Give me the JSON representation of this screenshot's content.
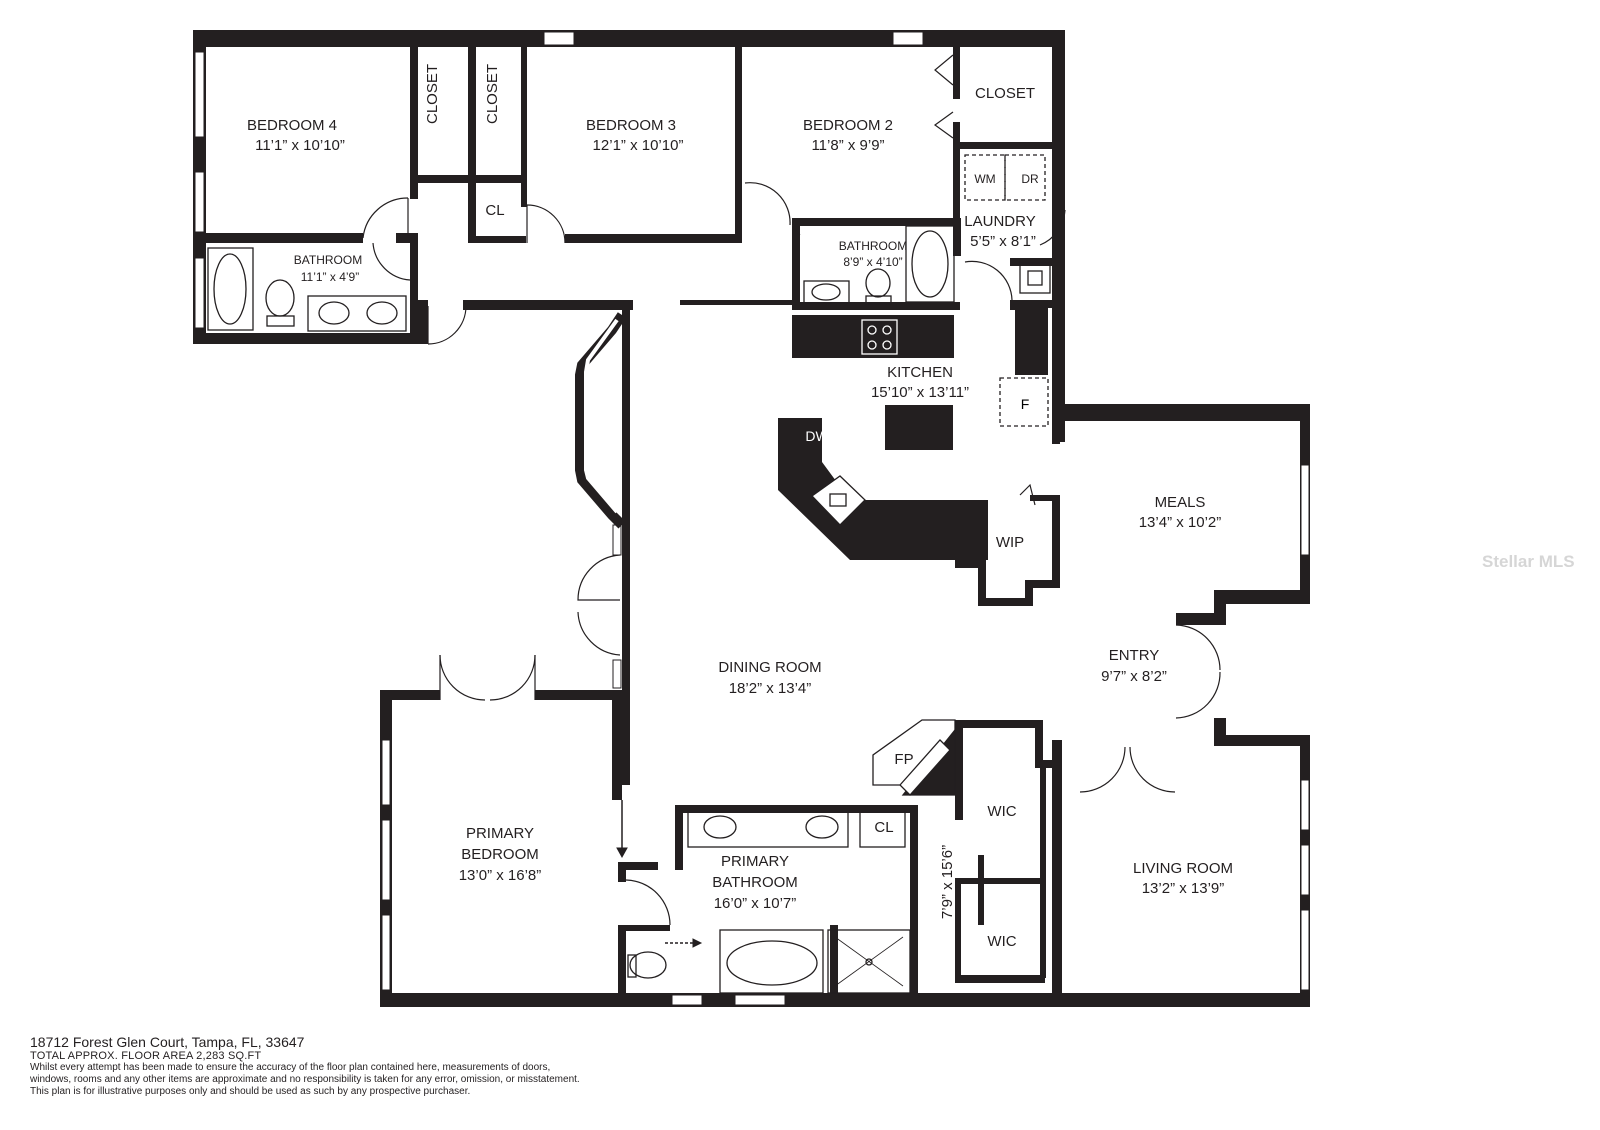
{
  "rooms": {
    "bedroom4": {
      "name": "BEDROOM 4",
      "dims": "11’1” x 10’10”"
    },
    "bedroom3": {
      "name": "BEDROOM 3",
      "dims": "12’1” x 10’10”"
    },
    "bedroom2": {
      "name": "BEDROOM 2",
      "dims": "11’8” x 9’9”"
    },
    "bath_left": {
      "name": "BATHROOM",
      "dims": "11’1” x 4’9”"
    },
    "bath_mid": {
      "name": "BATHROOM",
      "dims": "8’9” x 4’10”"
    },
    "laundry": {
      "name": "LAUNDRY",
      "dims": "5’5” x 8’1”"
    },
    "kitchen": {
      "name": "KITCHEN",
      "dims": "15’10” x 13’11”"
    },
    "meals": {
      "name": "MEALS",
      "dims": "13’4” x 10’2”"
    },
    "dining": {
      "name": "DINING ROOM",
      "dims": "18’2” x 13’4”"
    },
    "entry": {
      "name": "ENTRY",
      "dims": "9’7” x 8’2”"
    },
    "primary_bed": {
      "name1": "PRIMARY",
      "name2": "BEDROOM",
      "dims": "13’0” x 16’8”"
    },
    "primary_bath": {
      "name1": "PRIMARY",
      "name2": "BATHROOM",
      "dims": "16’0” x 10’7”"
    },
    "living": {
      "name": "LIVING ROOM",
      "dims": "13’2” x 13’9”"
    },
    "wic_dims": "7’9” x 15’6”"
  },
  "labels": {
    "closet": "CLOSET",
    "cl": "CL",
    "wm": "WM",
    "dr": "DR",
    "dw": "DW",
    "f": "F",
    "wip": "WIP",
    "fp": "FP",
    "wic": "WIC"
  },
  "footer": {
    "address": "18712 Forest Glen Court, Tampa, FL, 33647",
    "area": "TOTAL APPROX. FLOOR AREA 2,283 SQ.FT",
    "disclaimer1": "Whilst every attempt has been made to ensure the accuracy of the floor plan contained here, measurements of doors,",
    "disclaimer2": "windows, rooms and any other items are approximate and no responsibility is taken for any error, omission, or misstatement.",
    "disclaimer3": "This plan is for illustrative purposes only and should be used as such by any prospective purchaser."
  },
  "watermark": "Stellar MLS",
  "colors": {
    "wall": "#231f20",
    "window": "#ffffff",
    "background": "#ffffff"
  }
}
